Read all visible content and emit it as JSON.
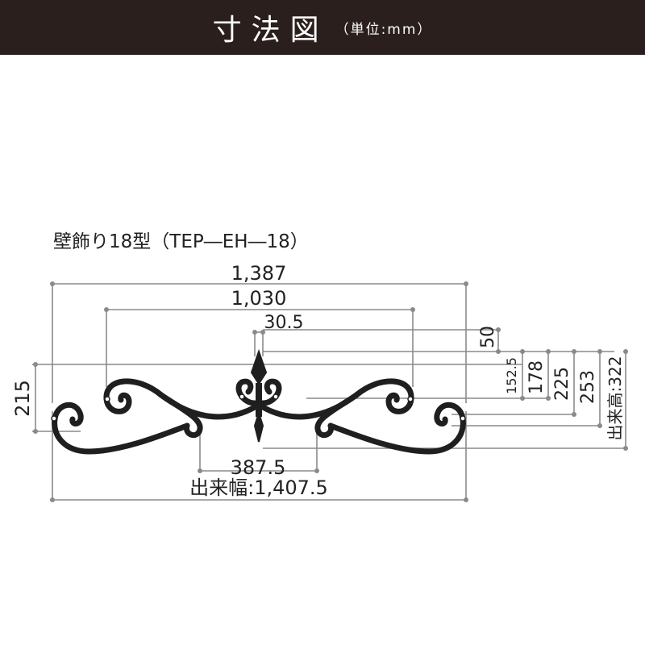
{
  "header": {
    "title": "寸法図",
    "unit": "（単位:mm）"
  },
  "product": {
    "name": "壁飾り18型（TEP―EH―18）"
  },
  "dimensions": {
    "top_overall": "1,387",
    "top_inner": "1,030",
    "center": "30.5",
    "bottom_inner": "387.5",
    "overall_width": "出来幅:1,407.5",
    "left_height": "215",
    "right_50": "50",
    "right_152": "152.5",
    "right_178": "178",
    "right_225": "225",
    "right_253": "253",
    "overall_height": "出来高:322"
  },
  "colors": {
    "header_bg": "#2a1f1d",
    "line": "#8a8a8a",
    "ornament": "#1f1f1f"
  }
}
